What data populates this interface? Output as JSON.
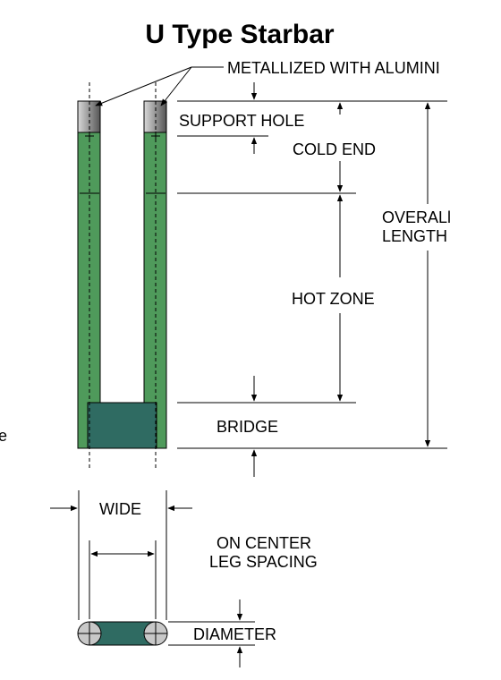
{
  "title": "U Type Starbar",
  "labels": {
    "metallized": "METALLIZED WITH ALUMINI",
    "support_hole": "SUPPORT HOLE",
    "cold_end": "COLD END",
    "overall_line1": "OVERALl",
    "overall_line2": "LENGTH",
    "hot_zone": "HOT ZONE",
    "bridge": "BRIDGE",
    "edge_fragment": "e",
    "wide": "WIDE",
    "on_center_line1": "ON CENTER",
    "on_center_line2": "LEG SPACING",
    "diameter": "DIAMETER"
  },
  "colors": {
    "leg_green": "#4f9a5b",
    "bridge_teal": "#2f6b62",
    "metal_gray": "#7a7a7a",
    "end_cap_gray": "#c8c8c8",
    "line": "#000000"
  }
}
